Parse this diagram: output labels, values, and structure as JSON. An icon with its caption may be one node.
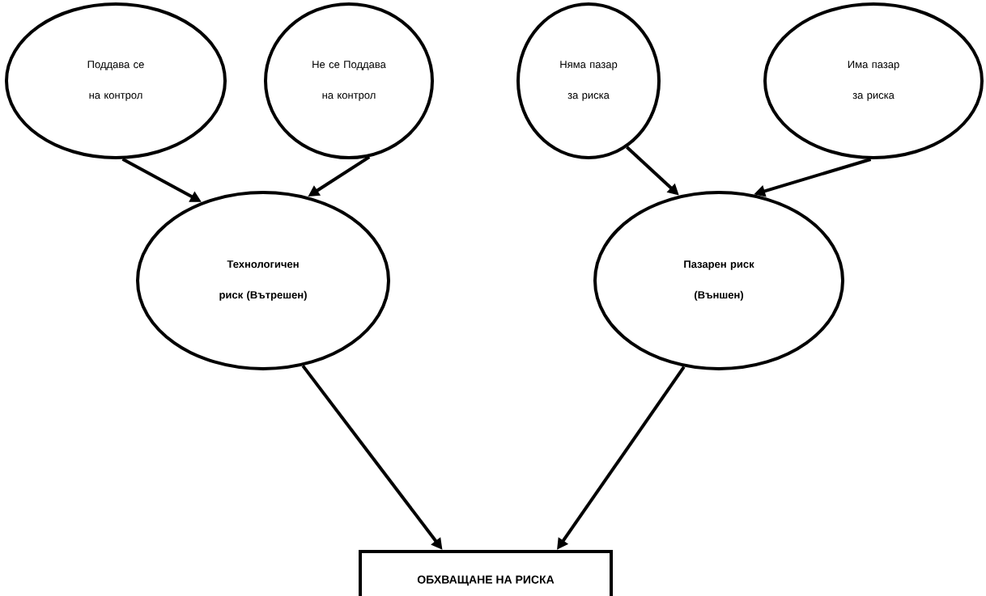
{
  "diagram": {
    "nodes": [
      {
        "text": [
          "Поддава се на контрол"
        ]
      },
      {
        "text": [
          "Не се Поддава на контрол"
        ]
      },
      {
        "text": [
          "Няма пазар за риска"
        ]
      },
      {
        "text": [
          "Има пазар за риска"
        ]
      },
      {
        "text": [
          "Технологичен риск (Вътрешен)"
        ]
      },
      {
        "text": [
          "Пазарен риск (Външен)"
        ]
      },
      {
        "text": [
          "ОБХВАЩАНЕ НА РИСКА"
        ]
      }
    ],
    "edges": [
      {
        "from": 0,
        "to": 4,
        "arrow": "to"
      },
      {
        "from": 1,
        "to": 4,
        "arrow": "to"
      },
      {
        "from": 2,
        "to": 5,
        "arrow": "to"
      },
      {
        "from": 3,
        "to": 5,
        "arrow": "to"
      },
      {
        "from": 4,
        "to": 6,
        "arrow": "to"
      },
      {
        "from": 5,
        "to": 6,
        "arrow": "to"
      }
    ]
  }
}
